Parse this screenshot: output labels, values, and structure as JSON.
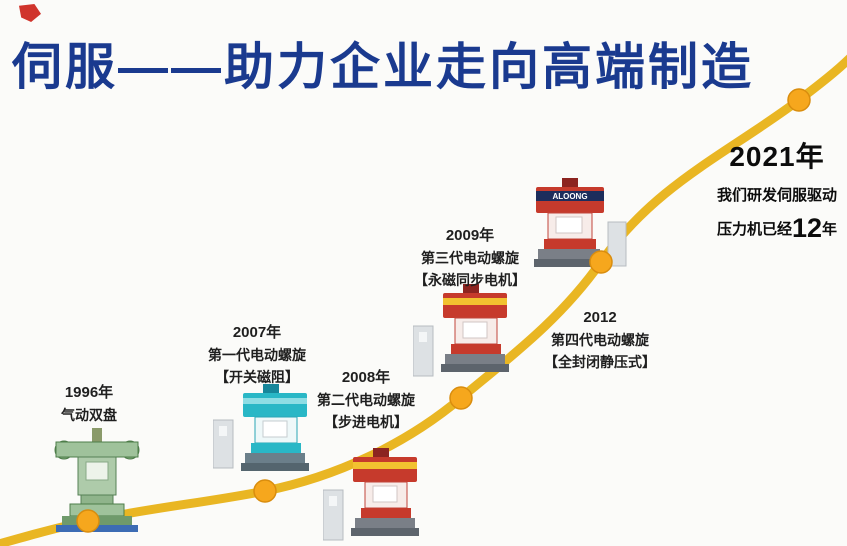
{
  "title": "伺服——助力企业走向高端制造",
  "brand": "ALOONG",
  "colors": {
    "title_blue": "#1a3a8f",
    "curve_yellow": "#e9b623",
    "dot_orange": "#f6a71d",
    "dot_edge": "#d98d0e",
    "machine_red": "#c63a2c",
    "machine_cyan": "#29b7c6",
    "machine_green": "#9fc29b",
    "banner_yellow": "#f2c230",
    "banner_navy": "#1d2d5c",
    "base_blue": "#3c6cb4"
  },
  "milestones": [
    {
      "year": "1996年",
      "lines": [
        "气动双盘"
      ]
    },
    {
      "year": "2007年",
      "lines": [
        "第一代电动螺旋",
        "【开关磁阻】"
      ]
    },
    {
      "year": "2008年",
      "lines": [
        "第二代电动螺旋",
        "【步进电机】"
      ]
    },
    {
      "year": "2009年",
      "lines": [
        "第三代电动螺旋",
        "【永磁同步电机】"
      ]
    },
    {
      "year": "2012",
      "lines": [
        "第四代电动螺旋",
        "【全封闭静压式】"
      ]
    },
    {
      "year": "2021年",
      "line1": "我们研发伺服驱动",
      "line2_prefix": "压力机已经",
      "line2_number": "12",
      "line2_suffix": "年"
    }
  ]
}
